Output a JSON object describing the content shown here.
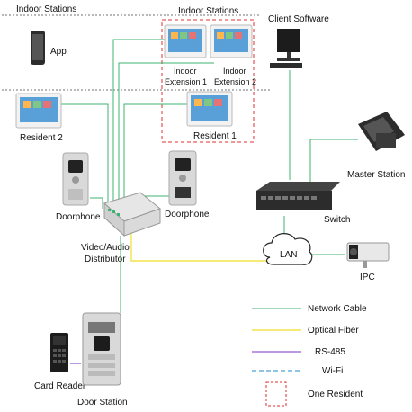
{
  "sections": {
    "indoor_stations_left": "Indoor Stations",
    "indoor_stations_top": "Indoor Stations"
  },
  "nodes": {
    "app": "App",
    "client_software": "Client Software",
    "indoor_extension_1": [
      "Indoor",
      "Extension 1"
    ],
    "indoor_extension_2": [
      "Indoor",
      "Extension 2"
    ],
    "resident_1": "Resident 1",
    "resident_2": "Resident 2",
    "master_station": "Master Station",
    "switch": "Switch",
    "doorphone_left": "Doorphone",
    "doorphone_right": "Doorphone",
    "distributor": [
      "Video/Audio",
      "Distributor"
    ],
    "lan": "LAN",
    "ipc": "IPC",
    "card_reader": "Card Reader",
    "door_station": "Door Station"
  },
  "legend": {
    "network_cable": "Network Cable",
    "optical_fiber": "Optical Fiber",
    "rs485": "RS-485",
    "wifi": "Wi-Fi",
    "one_resident": "One Resident"
  },
  "colors": {
    "network_cable": "#3cb371",
    "optical_fiber": "#f2e34a",
    "rs485": "#7b2fbf",
    "wifi": "#1e88c8",
    "one_resident": "#e03030"
  }
}
